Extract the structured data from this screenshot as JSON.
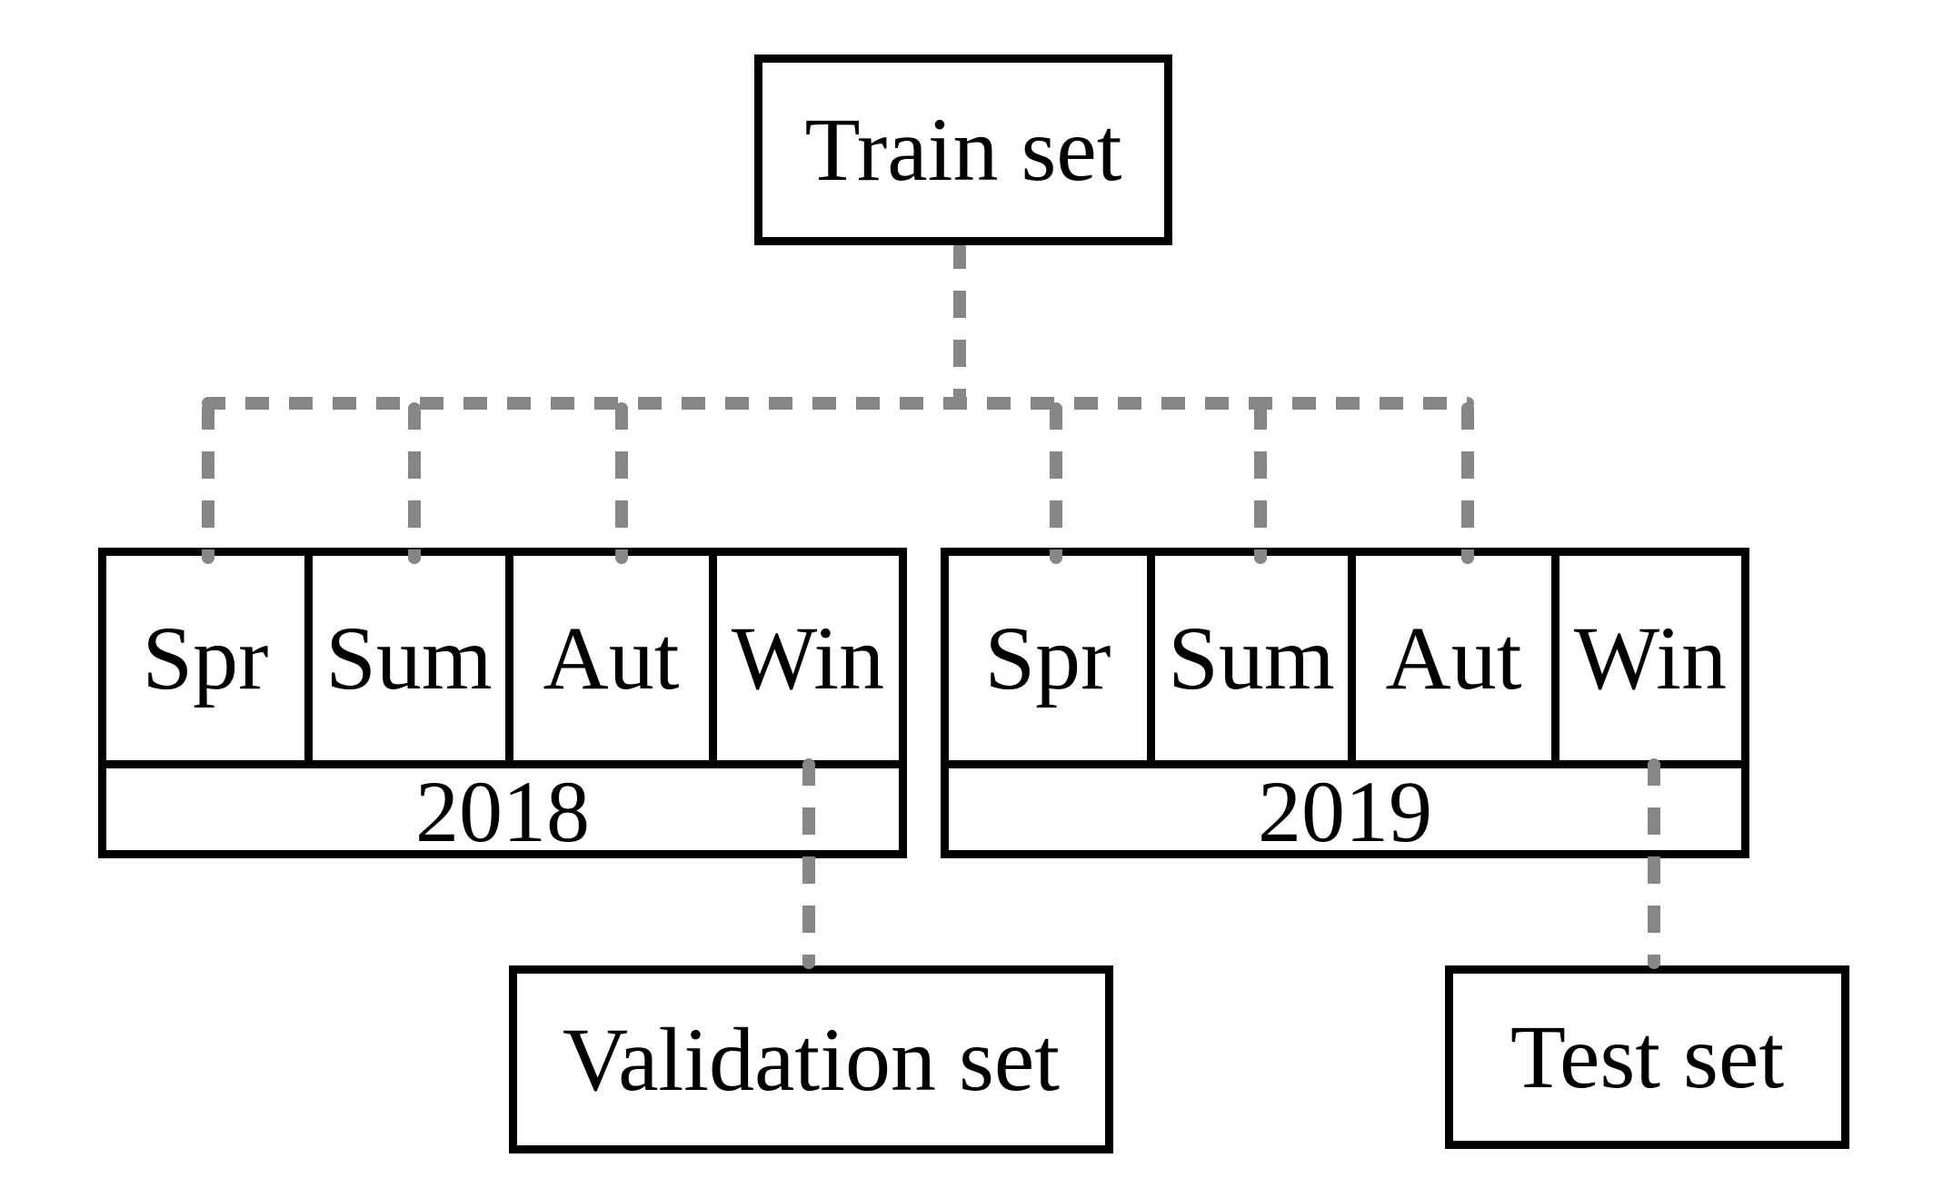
{
  "diagram": {
    "title_node": {
      "label": "Train set"
    },
    "validation_node": {
      "label": "Validation set"
    },
    "test_node": {
      "label": "Test set"
    },
    "seasons": [
      "Spr",
      "Sum",
      "Aut",
      "Win"
    ],
    "years": [
      {
        "year_label": "2018",
        "seasons": [
          "Spr",
          "Sum",
          "Aut",
          "Win"
        ]
      },
      {
        "year_label": "2019",
        "seasons": [
          "Spr",
          "Sum",
          "Aut",
          "Win"
        ]
      }
    ],
    "colors": {
      "stroke": "#000000",
      "connector": "#868686",
      "background": "#ffffff"
    },
    "connectors": {
      "train_to_bus": "train-set-to-bus-connector",
      "bus": "horizontal-distribution-bus",
      "to_2018_spr": "bus-to-2018-spring-connector",
      "to_2018_sum": "bus-to-2018-summer-connector",
      "to_2018_aut": "bus-to-2018-autumn-connector",
      "to_2019_spr": "bus-to-2019-spring-connector",
      "to_2019_sum": "bus-to-2019-summer-connector",
      "to_2019_aut": "bus-to-2019-autumn-connector",
      "win2018_to_validation": "2018-winter-to-validation-connector",
      "win2019_to_test": "2019-winter-to-test-connector"
    }
  }
}
